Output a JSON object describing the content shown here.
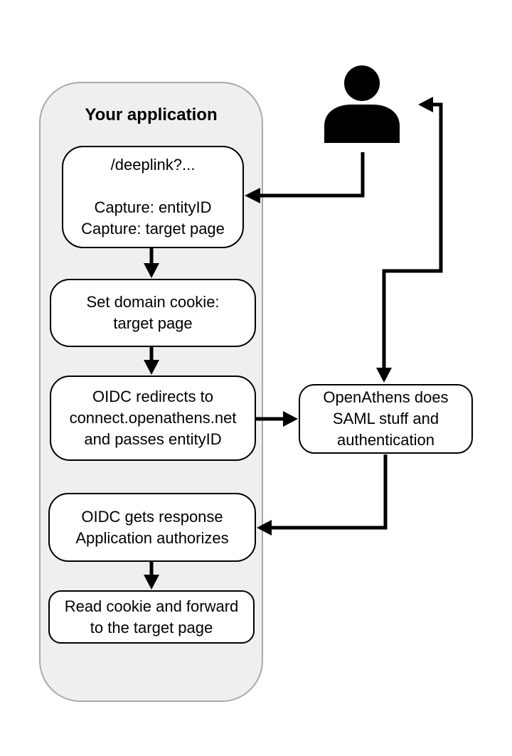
{
  "diagram": {
    "container": {
      "title": "Your application"
    },
    "boxes": {
      "deeplink": "/deeplink?...\n\nCapture: entityID\nCapture: target page",
      "set_cookie": "Set domain cookie:\ntarget page",
      "oidc_redirect": "OIDC redirects to\nconnect.openathens.net\nand passes entityID",
      "openathens": "OpenAthens does\nSAML stuff and\nauthentication",
      "oidc_response": "OIDC gets response\nApplication authorizes",
      "read_cookie": "Read cookie and forward\nto the target page"
    },
    "icons": {
      "user": "user-silhouette"
    },
    "colors": {
      "container_fill": "#efefef",
      "container_border": "#a9a9a9",
      "box_fill": "#ffffff",
      "box_border": "#000000",
      "arrow": "#000000",
      "text": "#000000"
    }
  }
}
